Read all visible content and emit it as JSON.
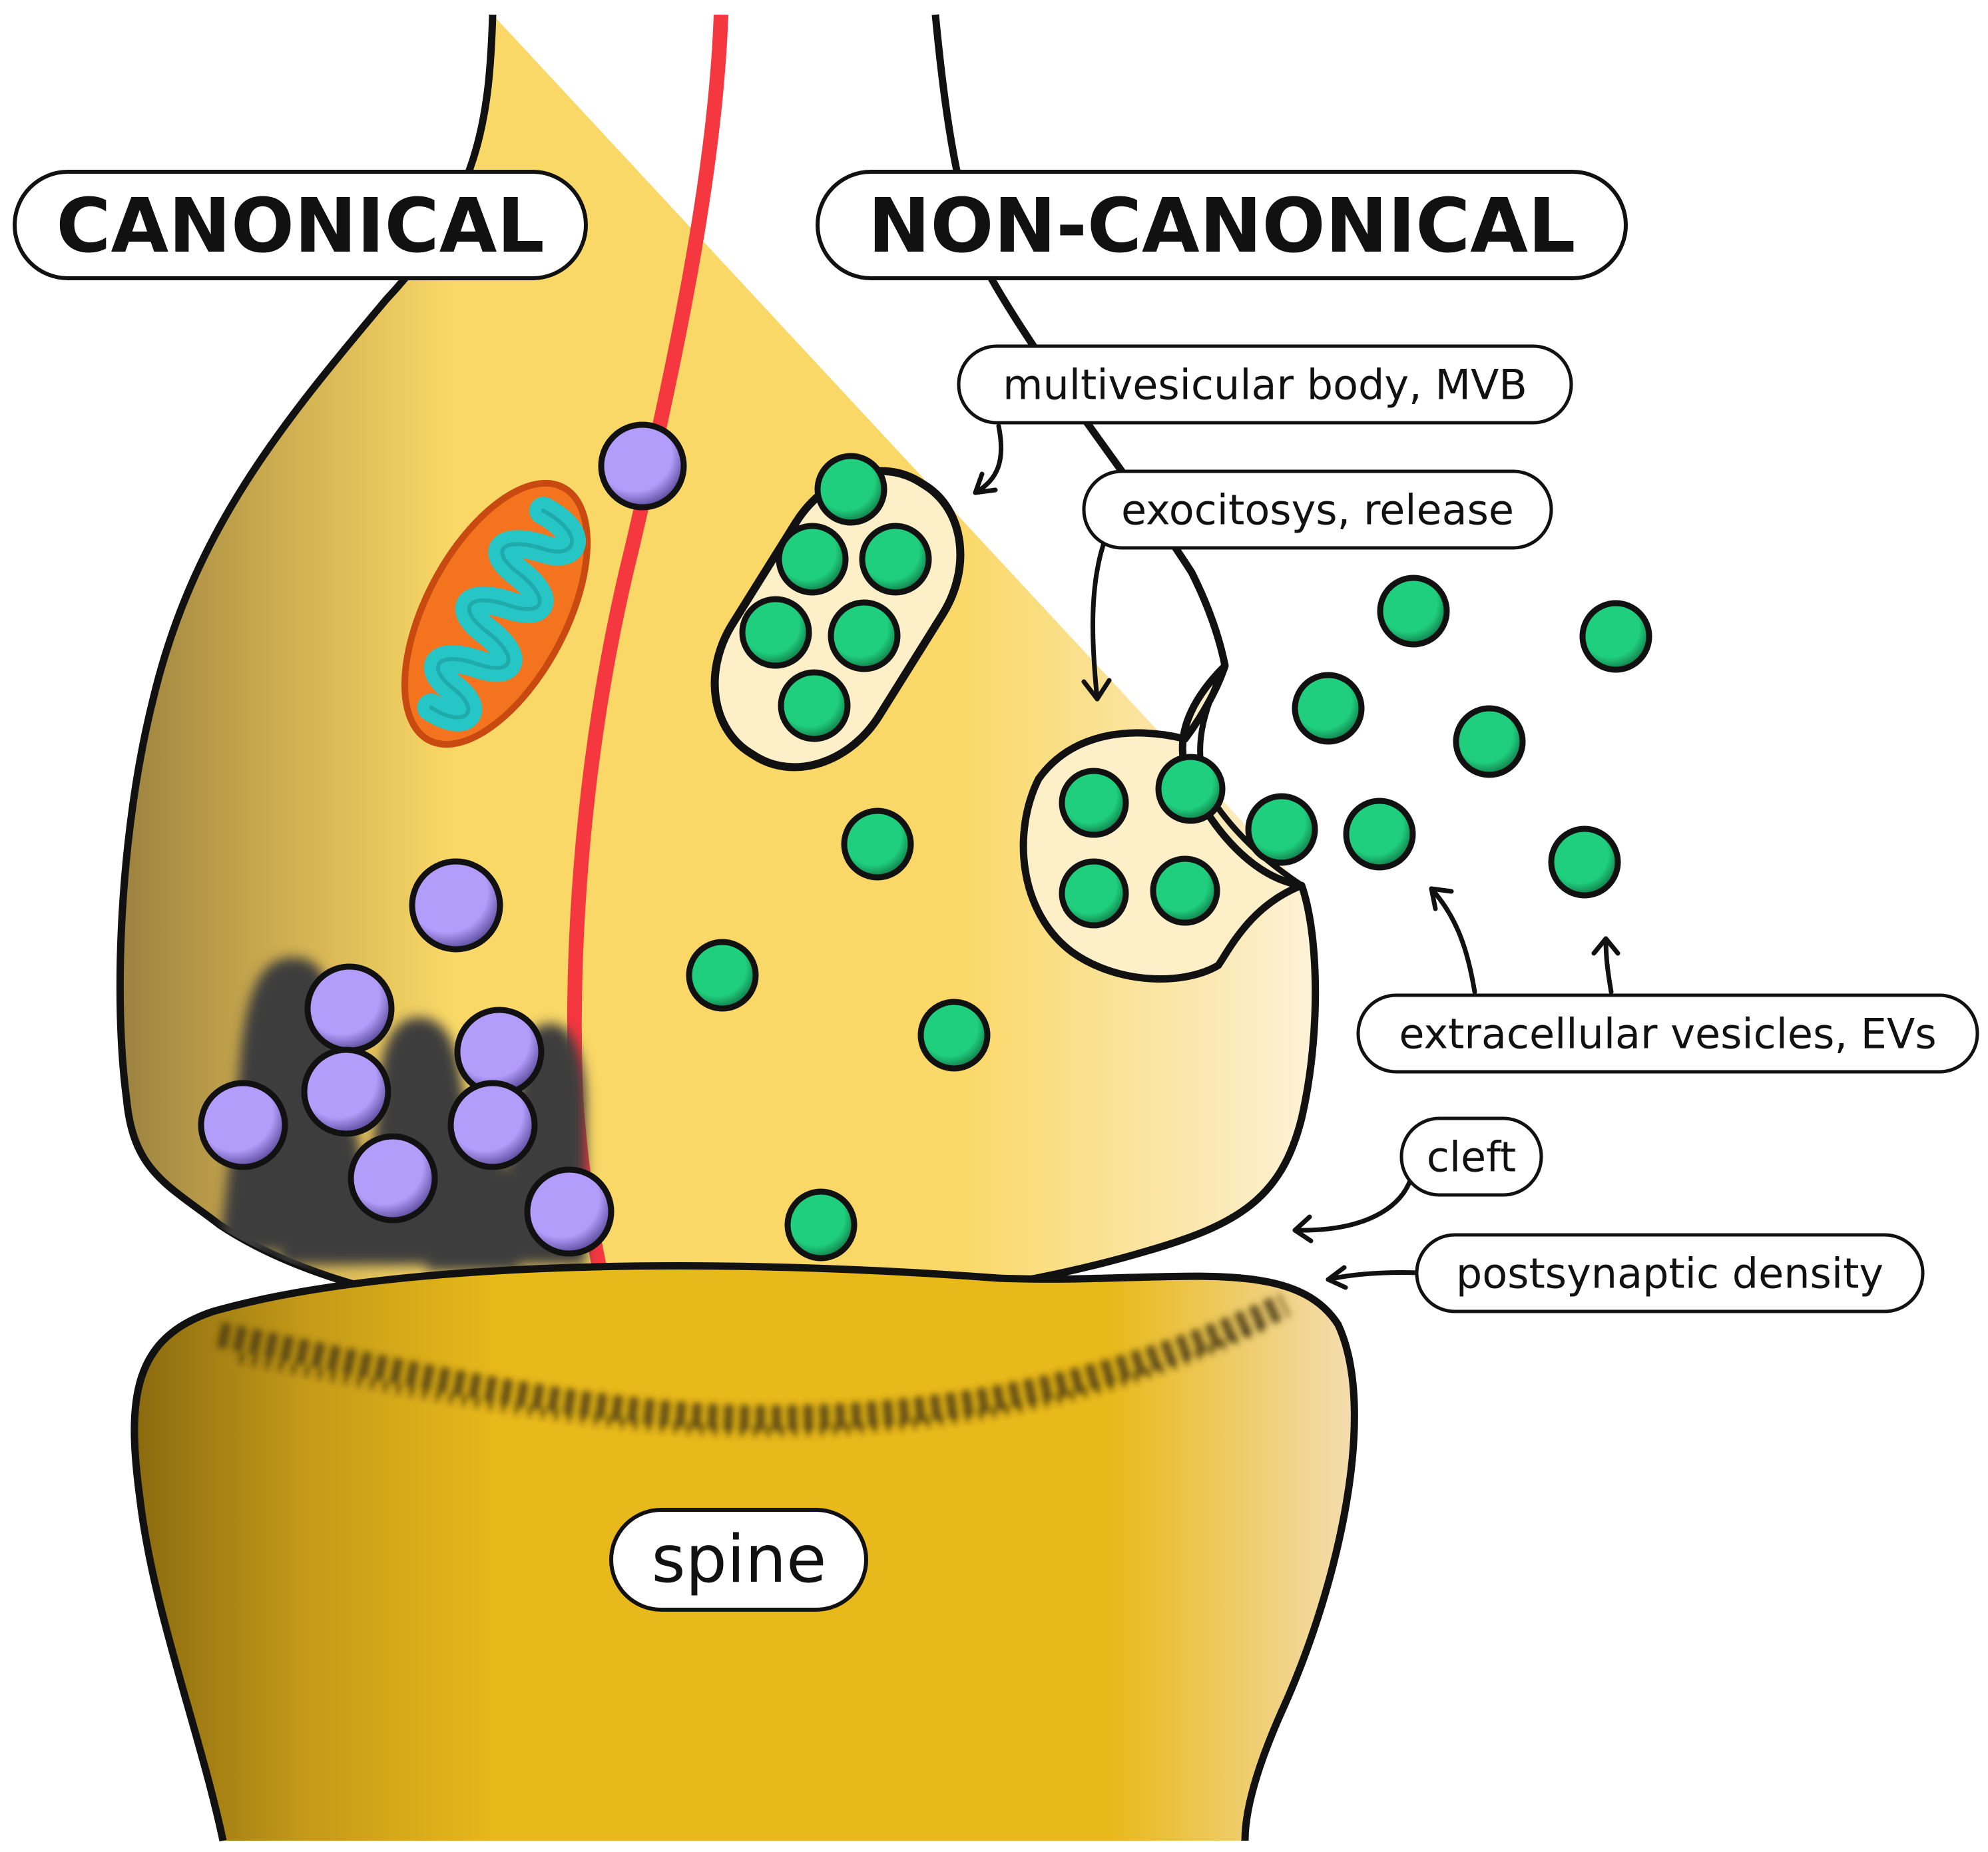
{
  "labels": {
    "canonical": "CANONICAL",
    "non_canonical": "NON-CANONICAL",
    "mvb": "multivesicular body, MVB",
    "exocytosis": "exocitosys, release",
    "evs": "extracellular vesicles, EVs",
    "cleft": "cleft",
    "psd": "postsynaptic density",
    "spine": "spine"
  },
  "colors": {
    "terminal": "#fad867",
    "terminal_shadow": "#9c8240",
    "spine": "#e8b91a",
    "spine_shadow": "#8a6a10",
    "divider": "#f5373f",
    "canonical_vesicle": "#b39dfb",
    "ev": "#1fcf7d",
    "mitochondrion_outer": "#f4731e",
    "mitochondrion_inner": "#27c6c6",
    "active_zone": "#3d3d3d",
    "mvb_fill": "#fdf0c8"
  }
}
